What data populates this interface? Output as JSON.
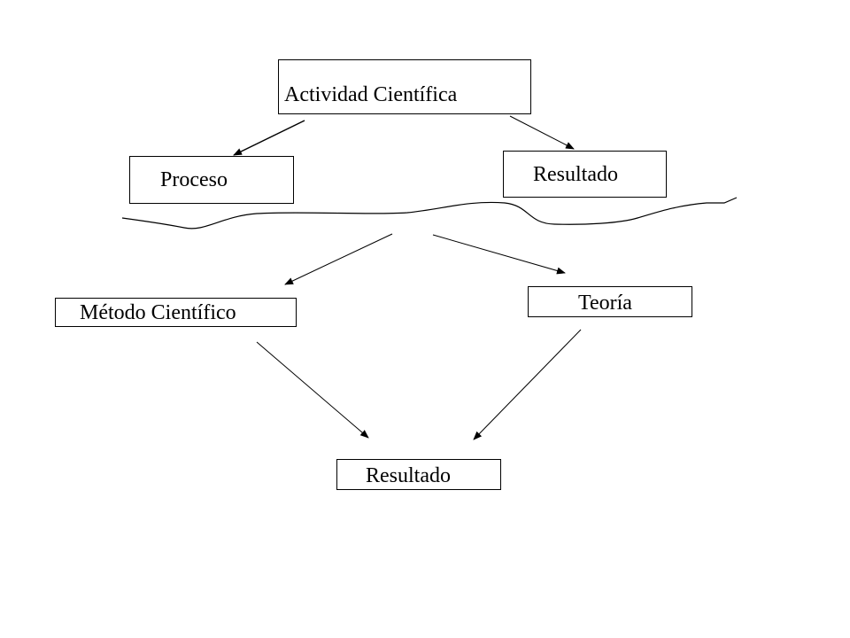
{
  "nodes": {
    "actividad": "Actividad Científica",
    "proceso": "Proceso",
    "resultado_top": "Resultado",
    "metodo": "Método Científico",
    "teoria": "Teoría",
    "resultado_bottom": "Resultado"
  },
  "colors": {
    "stroke": "#000000",
    "background": "#ffffff"
  }
}
